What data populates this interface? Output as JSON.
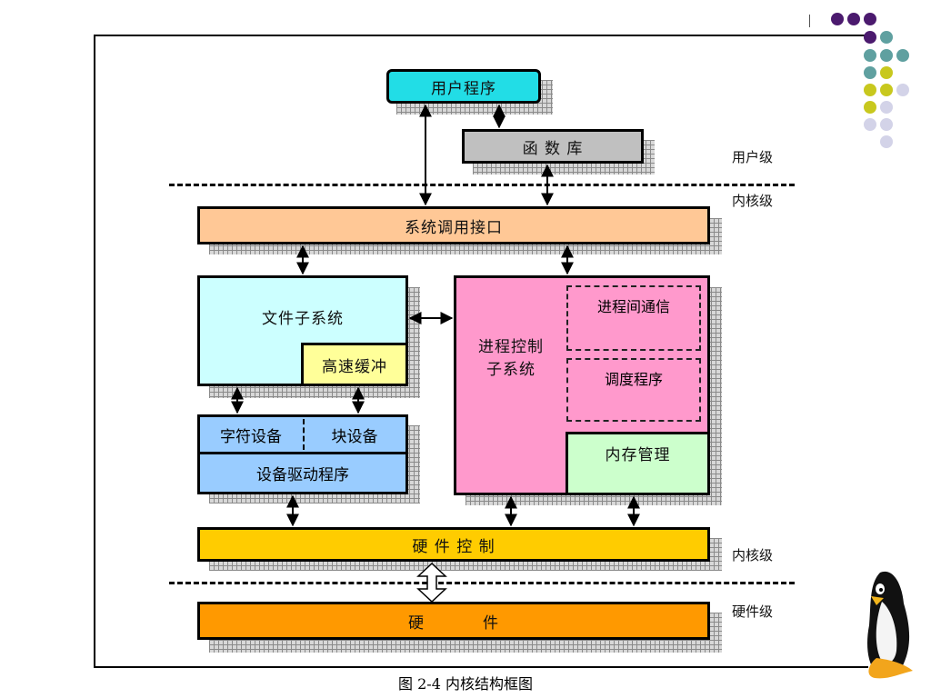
{
  "diagram": {
    "user_program": "用户程序",
    "library": "函 数 库",
    "syscall_interface": "系统调用接口",
    "fs_subsystem": "文件子系统",
    "buffer_cache": "高速缓冲",
    "char_device": "字符设备",
    "block_device": "块设备",
    "device_driver": "设备驱动程序",
    "proc_control": "进程控制\n子系统",
    "ipc": "进程间通信",
    "scheduler": "调度程序",
    "memory_mgmt": "内存管理",
    "hw_control": "硬 件 控 制",
    "hardware": "硬          件",
    "level_user": "用户级",
    "level_kernel_top": "内核级",
    "level_kernel_bottom": "内核级",
    "level_hardware": "硬件级",
    "caption": "图 2-4 内核结构框图"
  },
  "colors": {
    "user_program": "#22dde6",
    "library": "#c0c0c0",
    "syscall": "#ffc896",
    "fs": "#ccffff",
    "buffer": "#ffff99",
    "devices": "#99ccff",
    "proc": "#ff99cc",
    "memory": "#ccffcc",
    "hw_control": "#ffcc00",
    "hardware": "#ff9900",
    "dot_purple": "#4b1a6e",
    "dot_teal": "#5fa0a0",
    "dot_olive": "#c8c81e",
    "dot_lavender": "#d3d3e8"
  },
  "icons": [
    "penguin-icon",
    "decorative-dots"
  ]
}
